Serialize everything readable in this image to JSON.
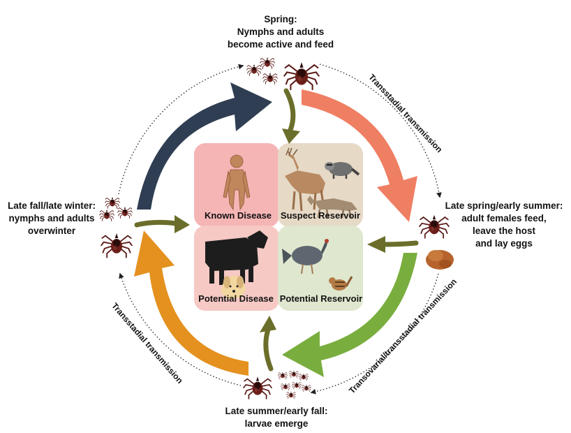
{
  "stages": {
    "spring": [
      "Spring:",
      "Nymphs and adults",
      "become active and feed"
    ],
    "late_spring": [
      "Late spring/early summer:",
      "adult females feed,",
      "leave the host",
      "and lay eggs"
    ],
    "late_summer": [
      "Late summer/early fall:",
      "larvae emerge"
    ],
    "late_fall": [
      "Late fall/late winter:",
      "nymphs and adults",
      "overwinter"
    ]
  },
  "transmission": {
    "top_right": "Transstadial transmission",
    "bottom_right": "Transovarial/transstadial transmission",
    "bottom_left": "Transstadial transmission"
  },
  "hosts": {
    "known_disease": "Known Disease",
    "suspect_reservoir": "Suspect Reservoir",
    "potential_disease": "Potential Disease",
    "potential_reservoir": "Potential Reservoir"
  },
  "icons": {
    "tick": "tick-icon",
    "human": "human-figure-icon",
    "deer": "deer-icon",
    "raccoon": "raccoon-icon",
    "coyote": "coyote-icon",
    "cow": "cow-icon",
    "dog": "dog-icon",
    "turkey": "turkey-icon",
    "chipmunk": "chipmunk-icon",
    "eggs": "tick-eggs-icon"
  },
  "colors": {
    "arrow_navy": "#2f3e52",
    "arrow_salmon": "#ef7f63",
    "arrow_green": "#79ae3e",
    "arrow_orange": "#e49120",
    "arrow_olive": "#6b6e2a",
    "known_disease_bg": "#f6b5b5",
    "suspect_reservoir_bg": "#e6d9c6",
    "potential_disease_bg": "#f6c9c4",
    "potential_reservoir_bg": "#dfe7cf",
    "tick": "#5a1b18"
  }
}
